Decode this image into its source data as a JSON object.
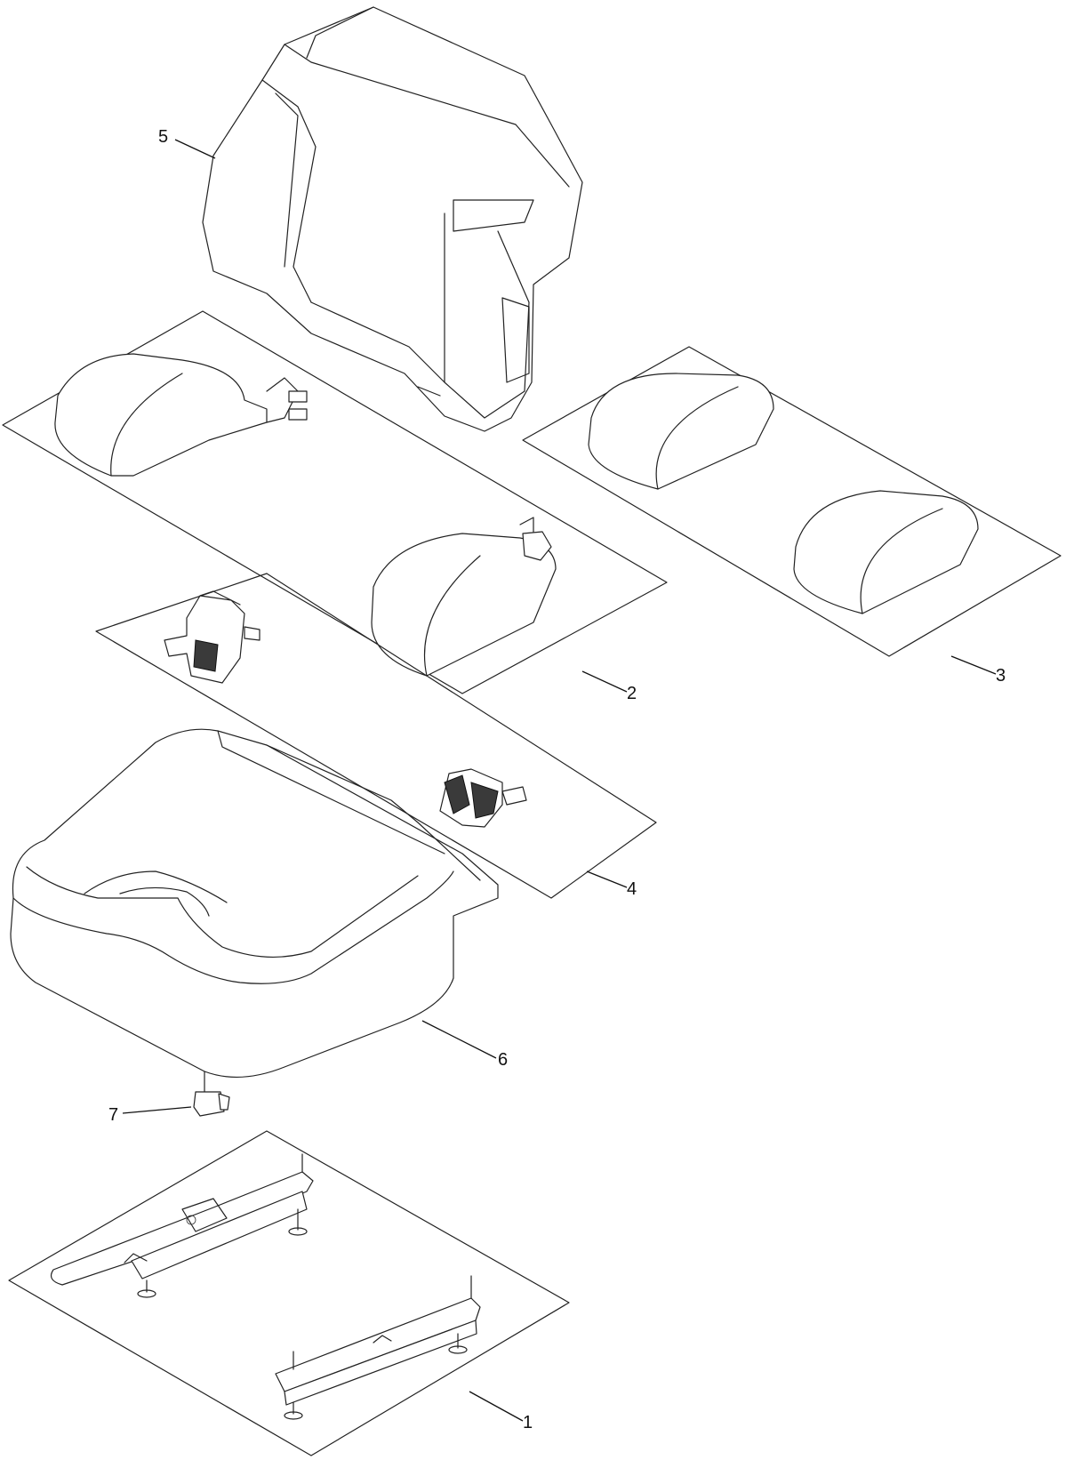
{
  "callouts": {
    "c1": "1",
    "c2": "2",
    "c3": "3",
    "c4": "4",
    "c5": "5",
    "c6": "6",
    "c7": "7"
  },
  "colors": {
    "line": "#222222",
    "background": "#ffffff"
  }
}
